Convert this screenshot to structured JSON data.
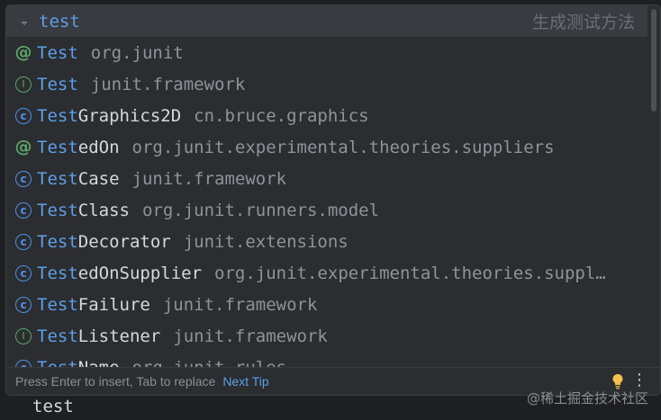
{
  "completion": {
    "items": [
      {
        "icon": "live-template-icon",
        "glyph": "⨪",
        "kind": "template",
        "match": "test",
        "rest": "",
        "pkg": "",
        "hint": "生成测试方法",
        "selected": true
      },
      {
        "icon": "annotation-icon",
        "glyph": "@",
        "kind": "annot",
        "match": "Test",
        "rest": "",
        "pkg": "org.junit"
      },
      {
        "icon": "interface-icon",
        "glyph": "I",
        "kind": "iface",
        "match": "Test",
        "rest": "",
        "pkg": "junit.framework"
      },
      {
        "icon": "class-icon",
        "glyph": "c",
        "kind": "class",
        "match": "Test",
        "rest": "Graphics2D",
        "pkg": "cn.bruce.graphics"
      },
      {
        "icon": "annotation-icon",
        "glyph": "@",
        "kind": "annot",
        "match": "Test",
        "rest": "edOn",
        "pkg": "org.junit.experimental.theories.suppliers"
      },
      {
        "icon": "class-icon",
        "glyph": "c",
        "kind": "class",
        "match": "Test",
        "rest": "Case",
        "pkg": "junit.framework"
      },
      {
        "icon": "class-icon",
        "glyph": "c",
        "kind": "class",
        "match": "Test",
        "rest": "Class",
        "pkg": "org.junit.runners.model"
      },
      {
        "icon": "class-icon",
        "glyph": "c",
        "kind": "class",
        "match": "Test",
        "rest": "Decorator",
        "pkg": "junit.extensions"
      },
      {
        "icon": "class-icon",
        "glyph": "c",
        "kind": "class",
        "match": "Test",
        "rest": "edOnSupplier",
        "pkg": "org.junit.experimental.theories.suppl…"
      },
      {
        "icon": "class-icon",
        "glyph": "c",
        "kind": "class",
        "match": "Test",
        "rest": "Failure",
        "pkg": "junit.framework"
      },
      {
        "icon": "interface-icon",
        "glyph": "I",
        "kind": "iface",
        "match": "Test",
        "rest": "Listener",
        "pkg": "junit.framework"
      },
      {
        "icon": "class-icon",
        "glyph": "c",
        "kind": "class",
        "match": "Test",
        "rest": "Name",
        "pkg": "org.junit.rules"
      }
    ],
    "footer": {
      "text": "Press Enter to insert, Tab to replace",
      "next_tip": "Next Tip",
      "bulb_icon": "lightbulb-icon",
      "more_icon": "more-vertical-icon",
      "more_glyph": "⋮"
    }
  },
  "editor": {
    "typed_text": "test"
  },
  "watermark": "@稀土掘金技术社区",
  "colors": {
    "match_highlight": "#5c9fe8",
    "class_icon": "#4f8ee8",
    "interface_icon": "#59a869",
    "annotation_icon": "#59a869",
    "selection_bg": "#393b40"
  }
}
